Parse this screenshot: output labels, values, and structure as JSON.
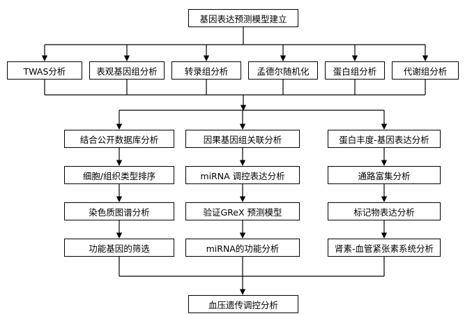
{
  "diagram": {
    "title": "基因表达预测模型建立",
    "methods": [
      "TWAS分析",
      "表观基因组分析",
      "转录组分析",
      "孟德尔随机化",
      "蛋白组分析",
      "代谢组分析"
    ],
    "branches": [
      [
        "结合公开数据库分析",
        "细胞/组织类型排序",
        "染色质图谱分析",
        "功能基因的筛选"
      ],
      [
        "因果基因组关联分析",
        "miRNA 调控表达分析",
        "验证GReX 预测模型",
        "miRNA的功能分析"
      ],
      [
        "蛋白丰度-基因表达分析",
        "通路富集分析",
        "标记物表达分析",
        "肾素-血管紧张素系统分析"
      ]
    ],
    "bottom": "血压遗传调控分析"
  }
}
